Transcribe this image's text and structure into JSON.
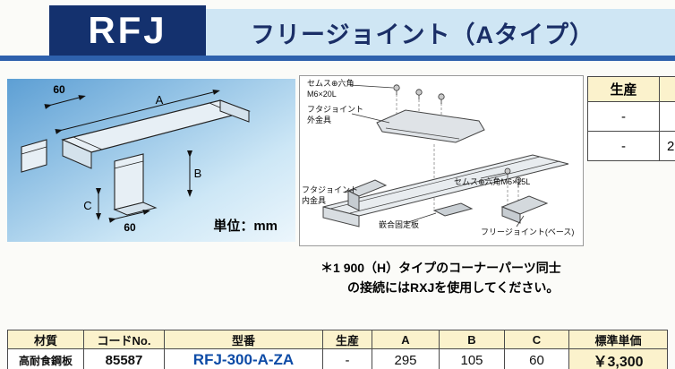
{
  "colors": {
    "header_navy": "#14316e",
    "header_strip_blue": "#cfe6f4",
    "accent_line_blue": "#2e61ad",
    "table_header_cream": "#fbf2cc",
    "model_number_blue": "#0d4ba6"
  },
  "header": {
    "code": "RFJ",
    "title": "フリージョイント（Aタイプ）"
  },
  "diagram": {
    "dim_top": "60",
    "dim_a": "A",
    "dim_b": "B",
    "dim_c": "C",
    "dim_bottom": "60",
    "unit": "単位：mm"
  },
  "assembly": {
    "label_screw_top": "セムス⊕六角\nM6×20L",
    "label_outer": "フタジョイント\n外金具",
    "label_inner": "フタジョイント\n内金具",
    "label_screw_right": "セムス⊕六角M6×15L",
    "label_plate": "嵌合固定板",
    "label_base": "フリージョイント(ベース)"
  },
  "side_table": {
    "header": "生産",
    "row1": "-",
    "row2": "-",
    "row2_partial": "2"
  },
  "note": {
    "marker": "＊1",
    "line1": "900（H）タイプのコーナーパーツ同士",
    "line2": "の接続にはRXJを使用してください。"
  },
  "spec_table": {
    "headers": [
      "材質",
      "コードNo.",
      "型番",
      "生産",
      "A",
      "B",
      "C",
      "標準単価"
    ],
    "row": {
      "material": "高耐食鋼板",
      "code": "85587",
      "model": "RFJ-300-A-ZA",
      "production": "-",
      "a": "295",
      "b": "105",
      "c": "60",
      "price": "￥3,300"
    }
  }
}
